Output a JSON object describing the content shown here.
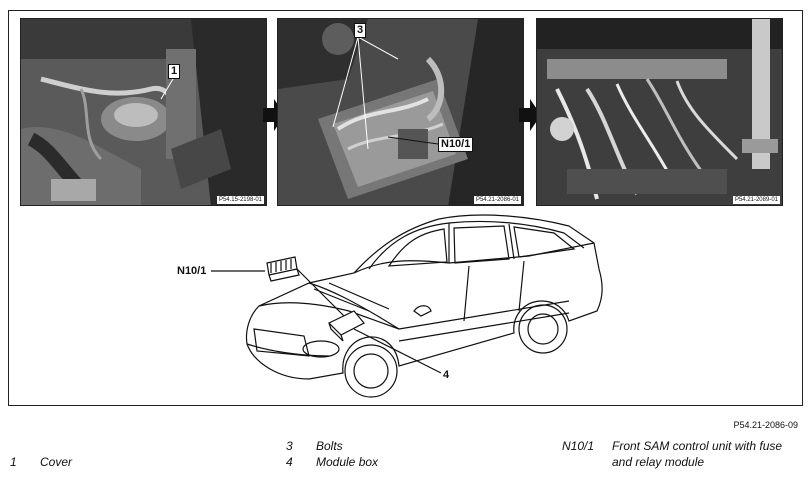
{
  "photos": [
    {
      "code": "P54.15-2198-01",
      "callout": "1"
    },
    {
      "code": "P54.21-2086-01",
      "callout": "3",
      "callout2": "N10/1"
    },
    {
      "code": "P54.21-2089-01"
    }
  ],
  "drawing": {
    "label_n10": "N10/1",
    "label_4": "4"
  },
  "reference_code": "P54.21-2086-09",
  "legend": [
    {
      "num": "1",
      "text": "Cover"
    },
    {
      "num": "3",
      "text": "Bolts"
    },
    {
      "num": "4",
      "text": "Module box"
    },
    {
      "num": "N10/1",
      "text": "Front SAM control unit with fuse",
      "text2": "and relay module"
    }
  ]
}
